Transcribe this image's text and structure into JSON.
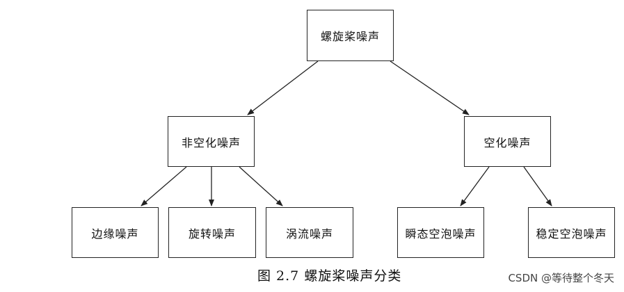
{
  "nodes": {
    "root": "螺旋桨噪声",
    "non_cavitation": "非空化噪声",
    "cavitation": "空化噪声",
    "edge": "边缘噪声",
    "rotation": "旋转噪声",
    "vortex": "涡流噪声",
    "transient_bubble": "瞬态空泡噪声",
    "stable_bubble": "稳定空泡噪声"
  },
  "caption": {
    "label": "图 2.7",
    "text": "螺旋桨噪声分类"
  },
  "watermark": "CSDN @等待整个冬天",
  "edges": [
    [
      "root",
      "non_cavitation"
    ],
    [
      "root",
      "cavitation"
    ],
    [
      "non_cavitation",
      "edge"
    ],
    [
      "non_cavitation",
      "rotation"
    ],
    [
      "non_cavitation",
      "vortex"
    ],
    [
      "cavitation",
      "transient_bubble"
    ],
    [
      "cavitation",
      "stable_bubble"
    ]
  ]
}
